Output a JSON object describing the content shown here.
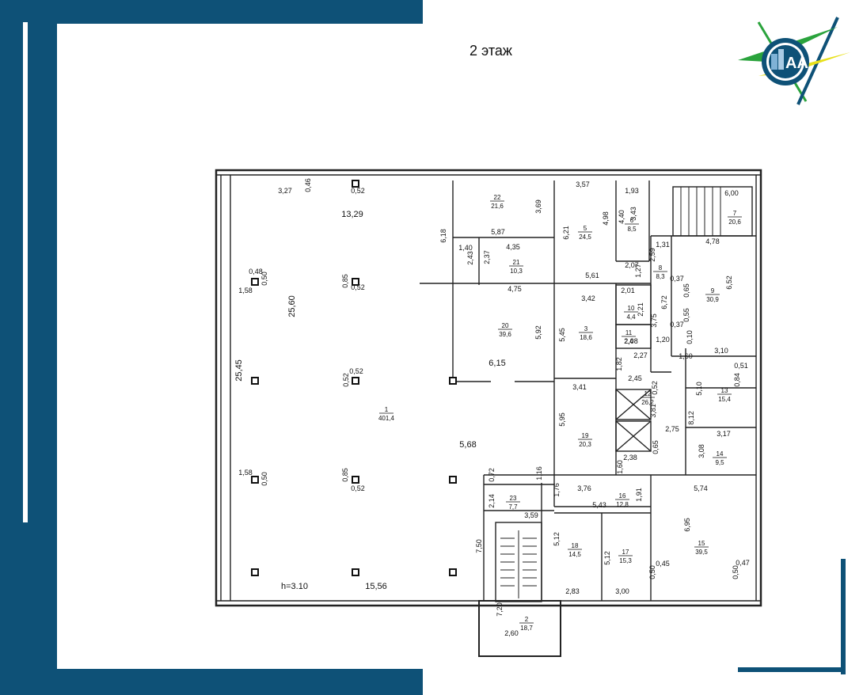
{
  "floor_title": "2 этаж",
  "logo": {
    "icon": "agency-logo-icon",
    "letters": "AA",
    "color_primary": "#0e5177",
    "color_accent": "#2aa33c",
    "color_yellow": "#e8e01a"
  },
  "frame_color": "#0e5177",
  "ceiling_height": "h=3.10",
  "rooms": [
    {
      "number": "1",
      "area": "401,4"
    },
    {
      "number": "2",
      "area": "18,7"
    },
    {
      "number": "3",
      "area": "18,6"
    },
    {
      "number": "5",
      "area": "24,5"
    },
    {
      "number": "6",
      "area": "8,5"
    },
    {
      "number": "7",
      "area": "20,6"
    },
    {
      "number": "8",
      "area": "8,3"
    },
    {
      "number": "9",
      "area": "30,9"
    },
    {
      "number": "10",
      "area": "4,4"
    },
    {
      "number": "11",
      "area": "2,4"
    },
    {
      "number": "12",
      "area": "26,2"
    },
    {
      "number": "13",
      "area": "15,4"
    },
    {
      "number": "14",
      "area": "9,5"
    },
    {
      "number": "15",
      "area": "39,5"
    },
    {
      "number": "16",
      "area": "12,8"
    },
    {
      "number": "17",
      "area": "15,3"
    },
    {
      "number": "18",
      "area": "14,5"
    },
    {
      "number": "19",
      "area": "20,3"
    },
    {
      "number": "20",
      "area": "39,6"
    },
    {
      "number": "21",
      "area": "10,3"
    },
    {
      "number": "22",
      "area": "21,6"
    },
    {
      "number": "23",
      "area": "7,7"
    }
  ],
  "dimensions": [
    "3,27",
    "0,46",
    "0,52",
    "13,29",
    "25,60",
    "0,48",
    "0,50",
    "1,58",
    "0,85",
    "0,52",
    "25,45",
    "0,52",
    "0,52",
    "1,58",
    "0,50",
    "0,85",
    "0,52",
    "15,56",
    "6,18",
    "5,87",
    "1,40",
    "2,43",
    "2,37",
    "4,35",
    "4,75",
    "6,15",
    "5,92",
    "5,68",
    "0,72",
    "1,16",
    "2,14",
    "3,59",
    "7,50",
    "3,69",
    "3,57",
    "6,21",
    "4,98",
    "4,40",
    "1,93",
    "3,43",
    "6,00",
    "4,78",
    "1,31",
    "2,07",
    "2,59",
    "1,27",
    "5,61",
    "3,42",
    "5,45",
    "2,01",
    "2,21",
    "6,72",
    "3,75",
    "0,37",
    "0,65",
    "6,52",
    "0,55",
    "0,37",
    "0,10",
    "1,20",
    "2,08",
    "2,27",
    "1,82",
    "1,60",
    "3,10",
    "0,51",
    "0,84",
    "5,10",
    "2,45",
    "0,52",
    "3,41",
    "5,95",
    "3,81",
    "2,75",
    "8,12",
    "3,17",
    "3,08",
    "0,65",
    "2,38",
    "1,60",
    "1,76",
    "3,76",
    "5,43",
    "1,91",
    "5,74",
    "5,12",
    "5,12",
    "6,95",
    "0,45",
    "0,50",
    "0,50",
    "0,47",
    "2,83",
    "3,00",
    "7,20",
    "2,60"
  ]
}
